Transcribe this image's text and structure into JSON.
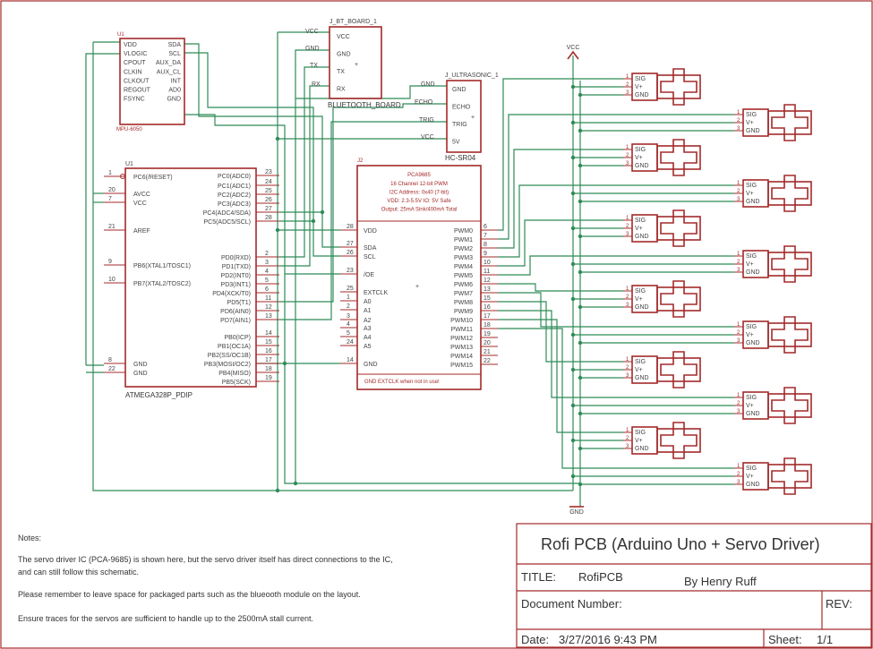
{
  "mpu": {
    "ref": "U1",
    "name": "MPU-6050",
    "left": [
      "VDD",
      "VLOGIC",
      "CPOUT",
      "CLKIN",
      "CLKOUT",
      "REGOUT",
      "FSYNC"
    ],
    "right": [
      "SDA",
      "SCL",
      "AUX_DA",
      "AUX_CL",
      "INT",
      "AD0",
      "GND"
    ]
  },
  "bt": {
    "ref": "J_BT_BOARD_1",
    "name": "BLUETOOTH_BOARD",
    "pins": [
      "VCC",
      "GND",
      "TX",
      "RX"
    ],
    "net_labels": [
      "VCC",
      "GND",
      "TX",
      "RX"
    ]
  },
  "us": {
    "ref": "J_ULTRASONIC_1",
    "name": "HC-SR04",
    "pins": [
      "GND",
      "ECHO",
      "TRIG",
      "5V"
    ],
    "net_labels": [
      "GND",
      "ECHO",
      "TRIG",
      "VCC"
    ]
  },
  "atmega": {
    "ref": "U1",
    "name": "ATMEGA328P_PDIP",
    "left": [
      {
        "n": "1",
        "l": "PC6(/RESET)"
      },
      {
        "n": "20",
        "l": "AVCC"
      },
      {
        "n": "7",
        "l": "VCC"
      },
      {
        "n": "21",
        "l": "AREF"
      },
      {
        "n": "9",
        "l": "PB6(XTAL1/TOSC1)"
      },
      {
        "n": "10",
        "l": "PB7(XTAL2/TOSC2)"
      },
      {
        "n": "8",
        "l": "GND"
      },
      {
        "n": "22",
        "l": "GND"
      }
    ],
    "right": [
      {
        "n": "23",
        "l": "PC0(ADC0)"
      },
      {
        "n": "24",
        "l": "PC1(ADC1)"
      },
      {
        "n": "25",
        "l": "PC2(ADC2)"
      },
      {
        "n": "26",
        "l": "PC3(ADC3)"
      },
      {
        "n": "27",
        "l": "PC4(ADC4/SDA)"
      },
      {
        "n": "28",
        "l": "PC5(ADC5/SCL)"
      },
      {
        "n": "2",
        "l": "PD0(RXD)"
      },
      {
        "n": "3",
        "l": "PD1(TXD)"
      },
      {
        "n": "4",
        "l": "PD2(INT0)"
      },
      {
        "n": "5",
        "l": "PD3(INT1)"
      },
      {
        "n": "6",
        "l": "PD4(XCK/T0)"
      },
      {
        "n": "11",
        "l": "PD5(T1)"
      },
      {
        "n": "12",
        "l": "PD6(AIN0)"
      },
      {
        "n": "13",
        "l": "PD7(AIN1)"
      },
      {
        "n": "14",
        "l": "PB0(ICP)"
      },
      {
        "n": "15",
        "l": "PB1(OC1A)"
      },
      {
        "n": "16",
        "l": "PB2(SS/OC1B)"
      },
      {
        "n": "17",
        "l": "PB3(MOSI/OC2)"
      },
      {
        "n": "18",
        "l": "PB4(MISO)"
      },
      {
        "n": "19",
        "l": "PB5(SCK)"
      }
    ]
  },
  "pca": {
    "ref": "J2",
    "name": "PCA9685",
    "info": [
      "16 Channel 12-bit PWM",
      "I2C Address: 0x40 (7-bit)",
      "VDD: 2.3-5.5V    IO: 5V Safe",
      "Output: 25mA Sink/400mA Total"
    ],
    "footer": "GND EXTCLK when not in use!",
    "left": [
      {
        "n": "28",
        "l": "VDD"
      },
      {
        "n": "27",
        "l": "SDA"
      },
      {
        "n": "26",
        "l": "SCL"
      },
      {
        "n": "23",
        "l": "/OE"
      },
      {
        "n": "25",
        "l": "EXTCLK"
      },
      {
        "n": "1",
        "l": "A0"
      },
      {
        "n": "2",
        "l": "A1"
      },
      {
        "n": "3",
        "l": "A2"
      },
      {
        "n": "4",
        "l": "A3"
      },
      {
        "n": "5",
        "l": "A4"
      },
      {
        "n": "24",
        "l": "A5"
      },
      {
        "n": "14",
        "l": "GND"
      }
    ],
    "right": [
      {
        "n": "6",
        "l": "PWM0"
      },
      {
        "n": "7",
        "l": "PWM1"
      },
      {
        "n": "8",
        "l": "PWM2"
      },
      {
        "n": "9",
        "l": "PWM3"
      },
      {
        "n": "10",
        "l": "PWM4"
      },
      {
        "n": "11",
        "l": "PWM5"
      },
      {
        "n": "12",
        "l": "PWM6"
      },
      {
        "n": "13",
        "l": "PWM7"
      },
      {
        "n": "15",
        "l": "PWM8"
      },
      {
        "n": "16",
        "l": "PWM9"
      },
      {
        "n": "17",
        "l": "PWM10"
      },
      {
        "n": "18",
        "l": "PWM11"
      },
      {
        "n": "19",
        "l": "PWM12"
      },
      {
        "n": "20",
        "l": "PWM13"
      },
      {
        "n": "21",
        "l": "PWM14"
      },
      {
        "n": "22",
        "l": "PWM15"
      }
    ]
  },
  "servo": {
    "pins": [
      "SIG",
      "V+",
      "GND"
    ],
    "nums": [
      "1",
      "2",
      "3"
    ],
    "count_left": 6,
    "count_right": 6
  },
  "supply": {
    "vcc": "VCC",
    "gnd": "GND"
  },
  "notes": {
    "heading": "Notes:",
    "lines": [
      "The servo driver IC (PCA-9685) is shown here, but the servo driver itself has direct connections to the IC,",
      "and can still follow this schematic.",
      "Please remember to leave space for packaged parts such as the blueooth module on the layout.",
      "Ensure traces for the servos are sufficient to handle up to the 2500mA stall current."
    ]
  },
  "titleblock": {
    "project": "Rofi PCB (Arduino Uno + Servo Driver)",
    "title_label": "TITLE:",
    "title_value": "RofiPCB",
    "author": "By Henry Ruff",
    "docnum_label": "Document Number:",
    "rev_label": "REV:",
    "date_label": "Date:",
    "date_value": "3/27/2016 9:43 PM",
    "sheet_label": "Sheet:",
    "sheet_value": "1/1"
  }
}
